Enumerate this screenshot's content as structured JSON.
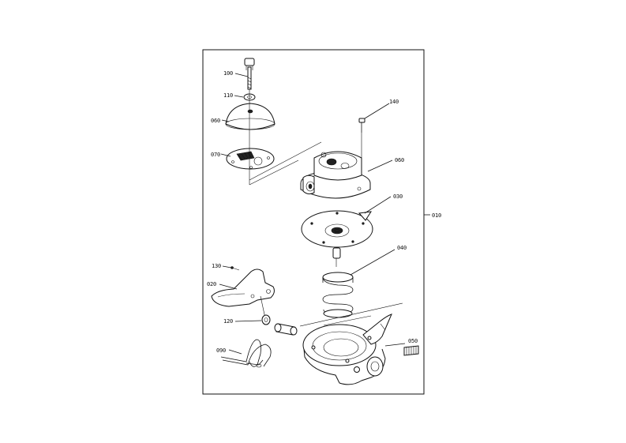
{
  "labels": {
    "p010": "010",
    "p020": "020",
    "p030": "030",
    "p040": "040",
    "p050": "050",
    "p060a": "060",
    "p060b": "060",
    "p070": "070",
    "p090": "090",
    "p100": "100",
    "p110": "110",
    "p120": "120",
    "p130": "130",
    "p140": "140"
  }
}
